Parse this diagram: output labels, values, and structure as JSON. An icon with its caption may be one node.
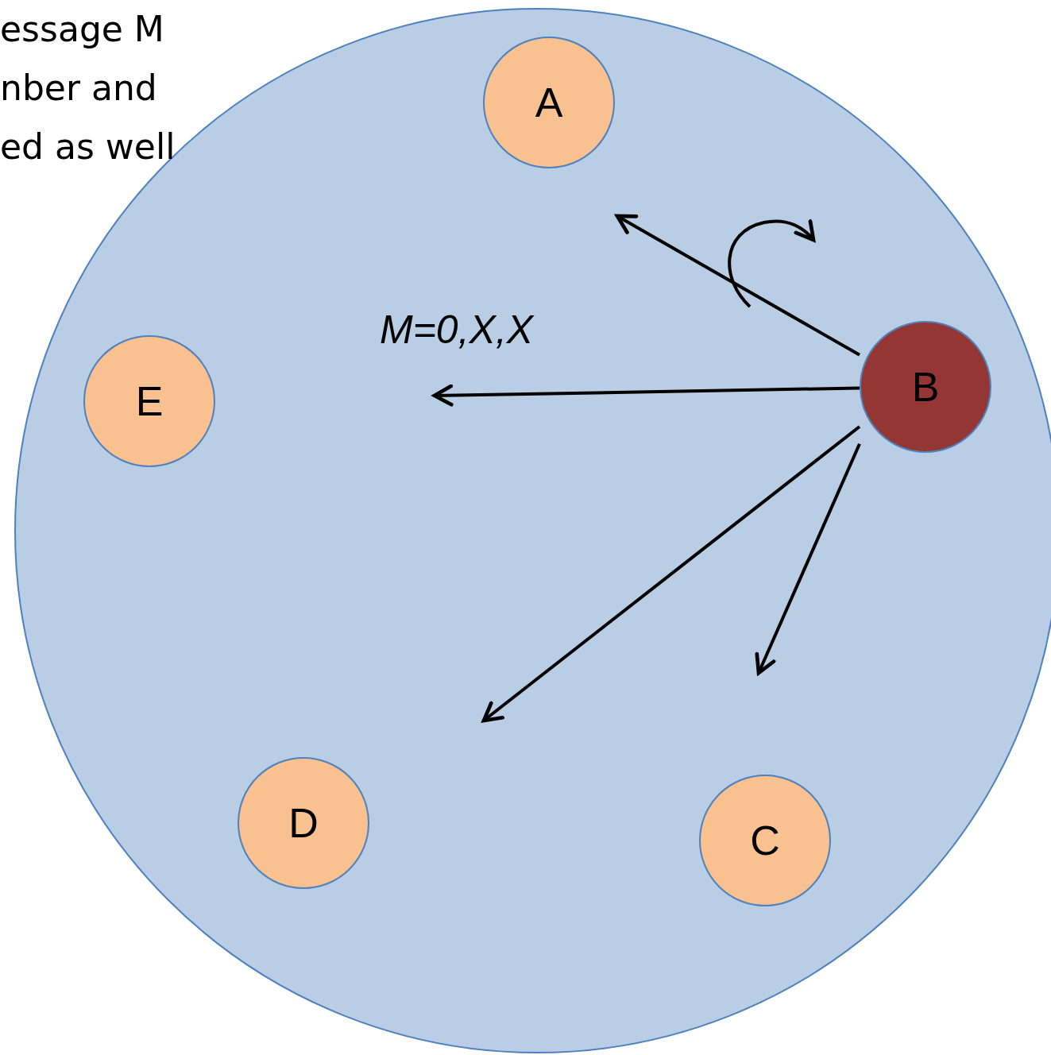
{
  "diagram": {
    "nodes": [
      {
        "text": [],
        "shape": "circle"
      },
      {
        "text": [
          "A"
        ],
        "in": 0
      },
      {
        "text": [
          "E"
        ],
        "in": 0
      },
      {
        "text": [
          "B"
        ],
        "in": 0
      },
      {
        "text": [
          "D"
        ],
        "in": 0
      },
      {
        "text": [
          "C"
        ],
        "in": 0
      }
    ],
    "edges": [
      {
        "from": 3,
        "to": null,
        "arrow": "to"
      },
      {
        "from": 3,
        "to": null,
        "arrow": "to",
        "label": "M=0,X,X"
      },
      {
        "from": 3,
        "to": null,
        "arrow": "to"
      },
      {
        "from": 3,
        "to": null,
        "arrow": "to"
      }
    ],
    "labels": [
      "essage M nber and ed as well"
    ]
  }
}
